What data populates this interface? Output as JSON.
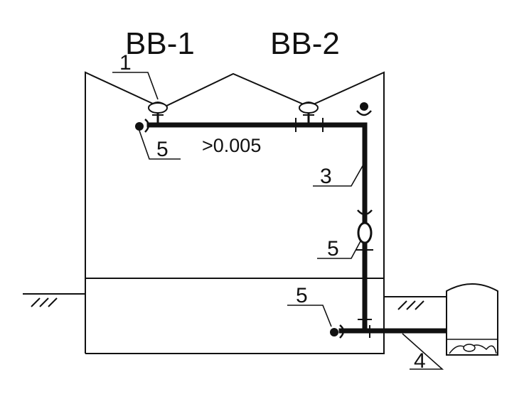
{
  "labels": {
    "unit_1": "BB-1",
    "unit_2": "BB-2",
    "callout_1": "1",
    "callout_3": "3",
    "callout_4": "4",
    "callout_5a": "5",
    "callout_5b": "5",
    "callout_5c": "5",
    "slope": ">0.005"
  }
}
